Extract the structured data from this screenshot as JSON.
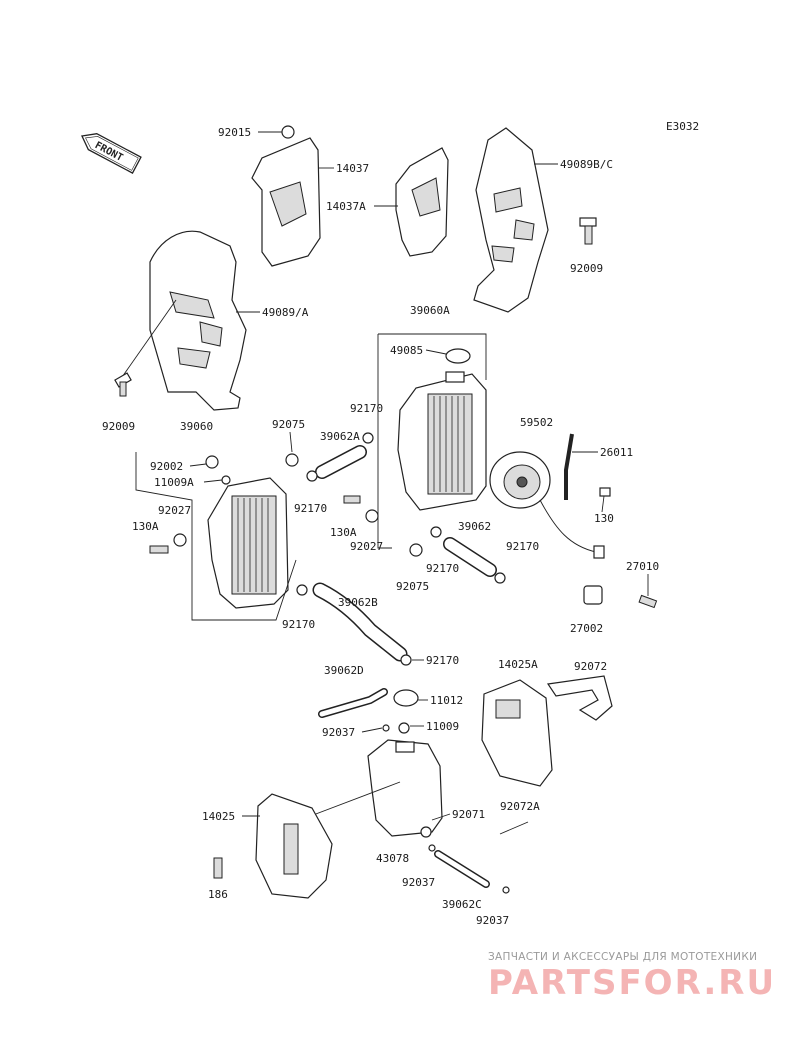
{
  "diagram": {
    "code": "E3032",
    "front_label": "FRONT",
    "parts": {
      "p92015": "92015",
      "p14037": "14037",
      "p14037A": "14037A",
      "p49089BC": "49089B/C",
      "p92009a": "92009",
      "p49089A": "49089/A",
      "p39060A": "39060A",
      "p49085": "49085",
      "p92009b": "92009",
      "p92170a": "92170",
      "p39060": "39060",
      "p92075a": "92075",
      "p39062A": "39062A",
      "p59502": "59502",
      "p26011": "26011",
      "p92002": "92002",
      "p11009A": "11009A",
      "p92170b": "92170",
      "p130a": "130",
      "p92027a": "92027",
      "p130A1": "130A",
      "p130A2": "130A",
      "p92027b": "92027",
      "p39062": "39062",
      "p92170c": "92170",
      "p92075b": "92075",
      "p27010": "27010",
      "p92170d": "92170",
      "p39062B": "39062B",
      "p27002": "27002",
      "p92170e": "92170",
      "p39062D": "39062D",
      "p14025A": "14025A",
      "p92072": "92072",
      "p11012": "11012",
      "p92037a": "92037",
      "p11009": "11009",
      "p14025": "14025",
      "p92071": "92071",
      "p92072A": "92072A",
      "p43078": "43078",
      "p186": "186",
      "p92037b": "92037",
      "p39062C": "39062C",
      "p92037c": "92037"
    }
  },
  "watermark": {
    "caption": "ЗАПЧАСТИ И АКСЕССУАРЫ ДЛЯ МОТОТЕХНИКИ",
    "logo": "PARTSFOR.RU"
  }
}
